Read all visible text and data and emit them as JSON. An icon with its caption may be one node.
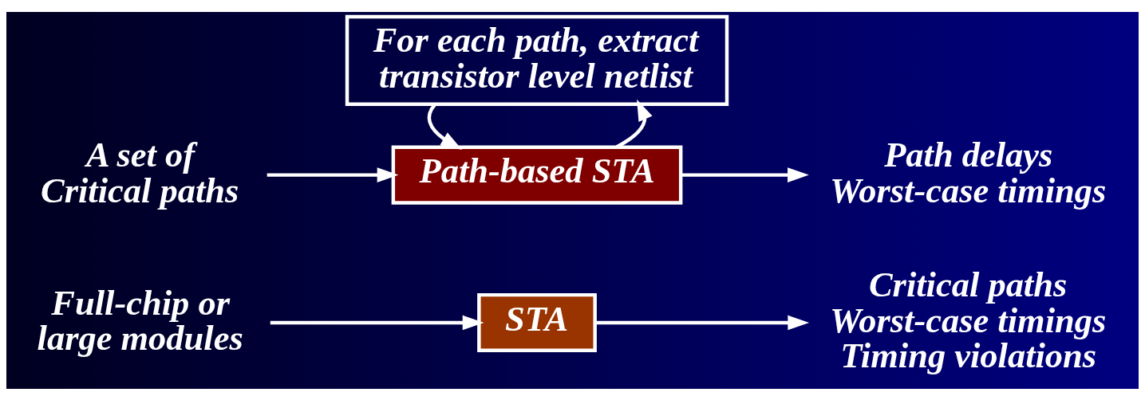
{
  "diagram": {
    "nodes": [
      {
        "text": [
          "Full-chip or large modules"
        ]
      },
      {
        "text": [
          "STA"
        ]
      },
      {
        "text": [
          "Critical paths",
          "Worst-case timings",
          "Timing violations"
        ]
      },
      {
        "text": [
          "A set of Critical paths"
        ]
      },
      {
        "text": [
          "Path-based STA"
        ]
      },
      {
        "text": [
          "Path delays",
          "Worst-case timings"
        ]
      },
      {
        "text": [
          "For each path, extract transistor level netlist"
        ]
      }
    ],
    "edges": [
      {
        "from": 0,
        "to": 1,
        "arrow": "to"
      },
      {
        "from": 1,
        "to": 2,
        "arrow": "to"
      },
      {
        "from": 3,
        "to": 4,
        "arrow": "to"
      },
      {
        "from": 4,
        "to": 5,
        "arrow": "to"
      },
      {
        "from": 4,
        "to": 6,
        "arrow": "to"
      },
      {
        "from": 6,
        "to": 4,
        "arrow": "to"
      }
    ]
  }
}
